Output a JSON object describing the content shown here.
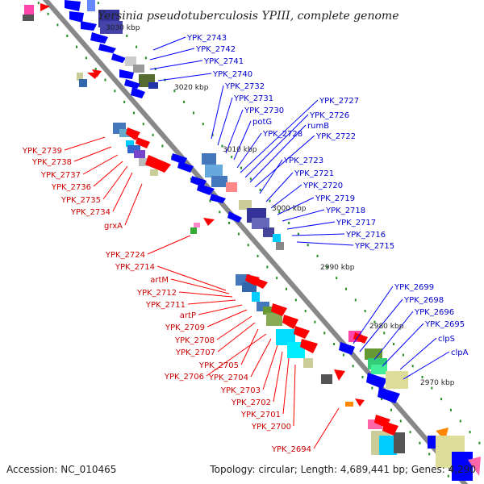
{
  "title": "Yersinia pseudotuberculosis YPIII, complete genome",
  "footer": {
    "accession": "Accession: NC_010465",
    "topology": "Topology: circular; Length: 4,689,441 bp; Genes: 4,290"
  },
  "colors": {
    "forward": "#0000ff",
    "reverse": "#ff0000",
    "backbone": "#888888",
    "tick": "#228b22"
  },
  "kbp_ticks": [
    "3030 kbp",
    "3020 kbp",
    "3010 kbp",
    "3000 kbp",
    "2990 kbp",
    "2980 kbp",
    "2970 kbp"
  ],
  "blue_labels": [
    "YPK_2743",
    "YPK_2742",
    "YPK_2741",
    "YPK_2740",
    "YPK_2732",
    "YPK_2731",
    "YPK_2730",
    "potG",
    "YPK_2728",
    "YPK_2727",
    "YPK_2726",
    "rumB",
    "YPK_2722",
    "YPK_2723",
    "YPK_2721",
    "YPK_2720",
    "YPK_2719",
    "YPK_2718",
    "YPK_2717",
    "YPK_2716",
    "YPK_2715",
    "YPK_2699",
    "YPK_2698",
    "YPK_2696",
    "YPK_2695",
    "clpS",
    "clpA"
  ],
  "red_labels": [
    "YPK_2739",
    "YPK_2738",
    "YPK_2737",
    "YPK_2736",
    "YPK_2735",
    "YPK_2734",
    "grxA",
    "YPK_2724",
    "YPK_2714",
    "artM",
    "YPK_2712",
    "YPK_2711",
    "artP",
    "YPK_2709",
    "YPK_2708",
    "YPK_2707",
    "YPK_2705",
    "YPK_2706",
    "YPK_2704",
    "YPK_2703",
    "YPK_2702",
    "YPK_2701",
    "YPK_2700",
    "YPK_2694"
  ]
}
